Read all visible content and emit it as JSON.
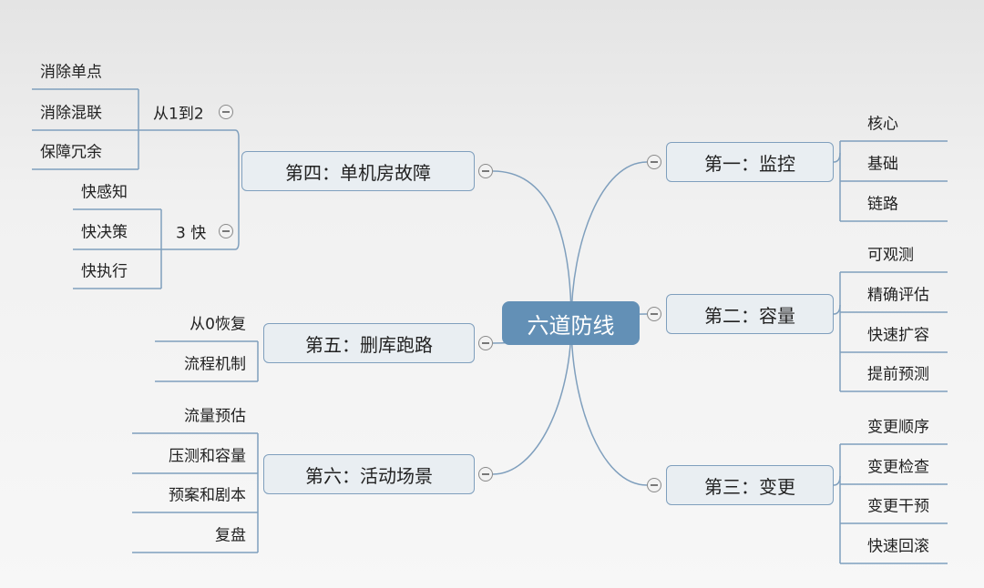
{
  "center": "六道防线",
  "branches": [
    {
      "id": "b1",
      "title": "第一：监控",
      "leaves": [
        "核心",
        "基础",
        "链路"
      ]
    },
    {
      "id": "b2",
      "title": "第二：容量",
      "leaves": [
        "可观测",
        "精确评估",
        "快速扩容",
        "提前预测"
      ]
    },
    {
      "id": "b3",
      "title": "第三：变更",
      "leaves": [
        "变更顺序",
        "变更检查",
        "变更干预",
        "快速回滚"
      ]
    },
    {
      "id": "b4",
      "title": "第四：单机房故障",
      "groups": [
        {
          "label": "从1到2",
          "leaves": [
            "消除单点",
            "消除混联",
            "保障冗余"
          ]
        },
        {
          "label": "3 快",
          "leaves": [
            "快感知",
            "快决策",
            "快执行"
          ]
        }
      ]
    },
    {
      "id": "b5",
      "title": "第五：删库跑路",
      "leaves": [
        "从0恢复",
        "流程机制"
      ]
    },
    {
      "id": "b6",
      "title": "第六：活动场景",
      "leaves": [
        "流量预估",
        "压测和容量",
        "预案和剧本",
        "复盘"
      ]
    }
  ],
  "colors": {
    "line": "#7f9fbd",
    "center": "#6390b6",
    "box": "#e9eef2"
  }
}
